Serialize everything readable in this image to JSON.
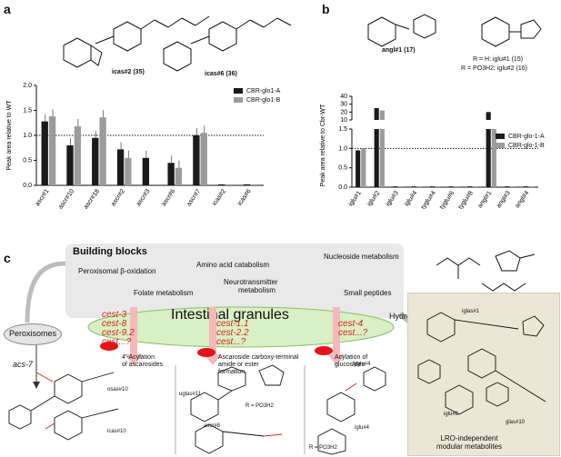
{
  "panels": {
    "a": "a",
    "b": "b",
    "c": "c"
  },
  "panel_a": {
    "compound_labels": [
      "icas#2 (35)",
      "icas#6 (36)"
    ],
    "legend": [
      "CBR-glo1-A",
      "CBR-glo1-B"
    ]
  },
  "panel_b": {
    "compound_labels": [
      "angl#1 (17)",
      "R = H: iglu#1 (15)",
      "R = PO3H2: iglu#2 (16)"
    ],
    "legend": [
      "CBR-glo-1-A",
      "CBR-glo-1-B"
    ]
  },
  "panel_c": {
    "building_blocks_title": "Building blocks",
    "blocks": [
      "Peroxisomal β-oxidation",
      "Amino acid catabolism",
      "Nucleoside metabolism",
      "Neurotransmitter",
      "metabolism",
      "Folate metabolism",
      "Small peptides"
    ],
    "intestinal": "Intestinal granules",
    "peroxisomes": "Peroxisomes",
    "acs7": "acs-7",
    "hydrolysis": "Hydrolysis",
    "cest_groups": [
      [
        "cest-3",
        "cest-8",
        "cest-9.2",
        "cest...?"
      ],
      [
        "cest-1.1",
        "cest-2.2",
        "cest...?"
      ],
      [
        "cest-4",
        "cest...?"
      ]
    ],
    "captions": [
      "4'-Acylation",
      "of ascarosides",
      "Ascaroside carboxy-terminal",
      "amide or ester",
      "formation",
      "Acylation of",
      "glucosides"
    ],
    "molecules": [
      "osas#10",
      "icas#10",
      "uglas#11",
      "R = PO3H2",
      "ascr#8",
      "tyglu#4",
      "iglu#4",
      "R = PO3H2",
      "iglas#1",
      "iglu#6",
      "glas#10"
    ],
    "lro_label": [
      "LRO-independent",
      "modular metabolites"
    ]
  },
  "chart_data": [
    {
      "type": "bar",
      "title": "",
      "ylabel": "Peak area relative to WT",
      "categories": [
        "ascr#1",
        "ascr#10",
        "ascr#18",
        "ascr#2",
        "ascr#3",
        "ascr#6",
        "ascr#7",
        "icas#2",
        "icas#6"
      ],
      "series": [
        {
          "name": "CBR-glo1-A",
          "values": [
            1.28,
            0.8,
            0.95,
            0.72,
            0.55,
            0.45,
            1.0,
            0.02,
            0.02
          ],
          "color": "#1a1a1a"
        },
        {
          "name": "CBR-glo1-B",
          "values": [
            1.38,
            1.18,
            1.36,
            0.55,
            0,
            0.35,
            1.05,
            0.02,
            0.02
          ],
          "color": "#9b9b9b"
        }
      ],
      "ylim": [
        0.0,
        2.0
      ],
      "yticks": [
        "0.0",
        "0.5",
        "1.0",
        "1.5",
        "2.0"
      ],
      "reference_line": 1.0
    },
    {
      "type": "bar",
      "title": "",
      "ylabel": "Peak area relative to Cbr-WT",
      "categories": [
        "iglu#1",
        "iglu#2",
        "iglu#3",
        "iglu#4",
        "tyglu#4",
        "tyglu#6",
        "tyglu#8",
        "angl#1",
        "angl#3",
        "angl#4"
      ],
      "series": [
        {
          "name": "CBR-glo-1-A",
          "values": [
            0.95,
            25,
            0.02,
            0.02,
            0.02,
            0.02,
            0.02,
            20,
            0.02,
            0.02
          ],
          "color": "#1a1a1a"
        },
        {
          "name": "CBR-glo-1-B",
          "values": [
            1.0,
            22,
            0.02,
            0.02,
            0.02,
            0.02,
            0.02,
            2.5,
            0.02,
            0.02
          ],
          "color": "#9b9b9b"
        }
      ],
      "ylim_lower": [
        0.0,
        1.5
      ],
      "ylim_upper": [
        10,
        40
      ],
      "yticks_lower": [
        "0.0",
        "0.5",
        "1.0",
        "1.5"
      ],
      "yticks_upper": [
        "10",
        "20",
        "30",
        "40"
      ],
      "reference_line": 1.0
    }
  ]
}
